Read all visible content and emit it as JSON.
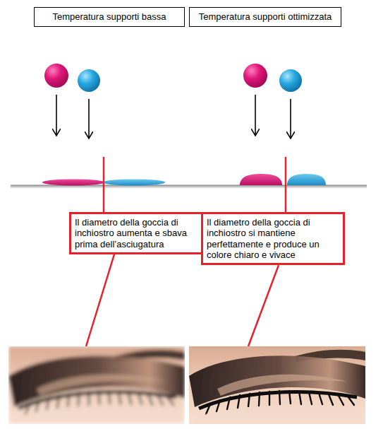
{
  "diagram": {
    "nodes": [
      {
        "text": [
          "Temperatura supporti bassa"
        ]
      },
      {
        "text": [
          "Temperatura supporti ottimizzata"
        ]
      },
      {
        "text": [
          "Il diametro della goccia di inchiostro aumenta e sbava prima dell’asciugatura"
        ]
      },
      {
        "text": [
          "Il diametro della goccia di inchiostro si mantiene perfettamente e produce un colore chiaro e vivace"
        ]
      }
    ]
  }
}
